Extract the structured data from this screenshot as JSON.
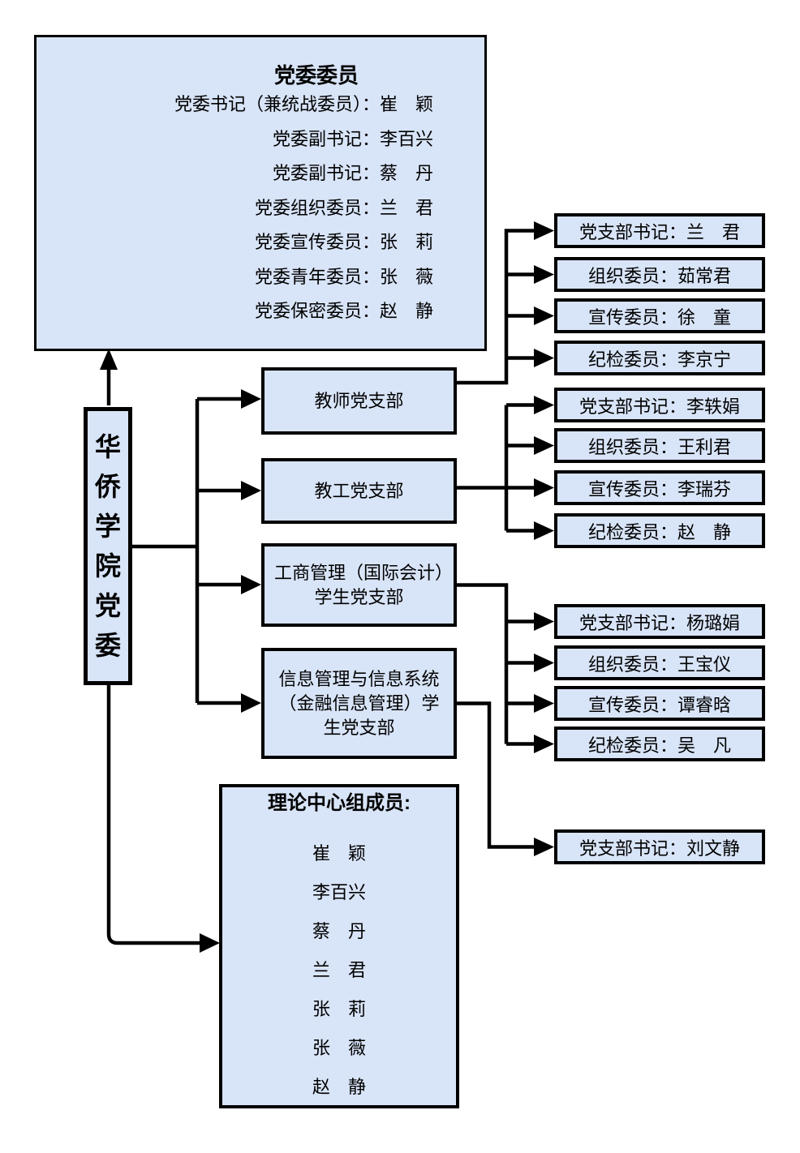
{
  "colors": {
    "box_fill": "#d8e4f7",
    "box_border": "#000000",
    "connector": "#000000",
    "background": "#ffffff"
  },
  "committee_box": {
    "title": "党委委员",
    "members": [
      "党委书记（兼统战委员）：崔　颖",
      "党委副书记：李百兴",
      "党委副书记：蔡　丹",
      "党委组织委员：兰　君",
      "党委宣传委员：张　莉",
      "党委青年委员：张　薇",
      "党委保密委员：赵　静"
    ]
  },
  "root_box": {
    "label": "华侨学院党委"
  },
  "branch_boxes": [
    {
      "label": "教师党支部"
    },
    {
      "label": "教工党支部"
    },
    {
      "label": "工商管理（国际会计）学生党支部"
    },
    {
      "label": "信息管理与信息系统（金融信息管理）学生党支部"
    }
  ],
  "officer_groups": [
    {
      "boxes": [
        "党支部书记：兰　君",
        "组织委员：茹常君",
        "宣传委员：徐　童",
        "纪检委员：李京宁"
      ]
    },
    {
      "boxes": [
        "党支部书记：李轶娟",
        "组织委员：王利君",
        "宣传委员：李瑞芬",
        "纪检委员：赵　静"
      ]
    },
    {
      "boxes": [
        "党支部书记：杨璐娟",
        "组织委员：王宝仪",
        "宣传委员：谭睿晗",
        "纪检委员：吴　凡"
      ]
    },
    {
      "boxes": [
        "党支部书记：刘文静"
      ]
    }
  ],
  "theory_box": {
    "title": "理论中心组成员:",
    "members": [
      "崔　颖",
      "李百兴",
      "蔡　丹",
      "兰　君",
      "张　莉",
      "张　薇",
      "赵　静"
    ]
  }
}
